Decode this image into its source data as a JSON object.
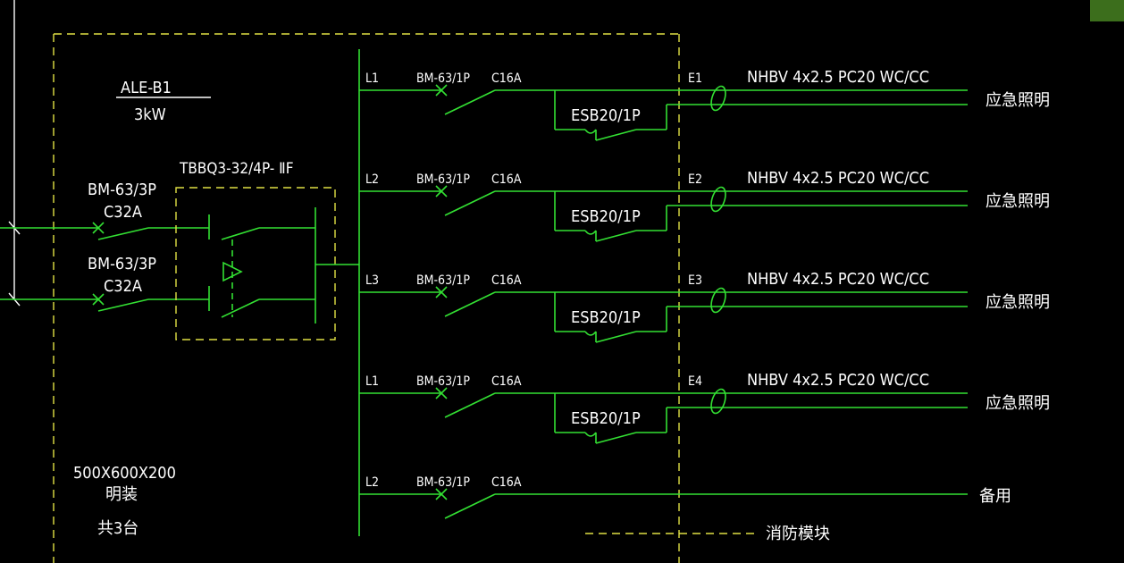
{
  "panel": {
    "name": "ALE-B1",
    "power": "3kW",
    "size": "500X600X200",
    "mount": "明装",
    "count": "共3台"
  },
  "incomers": [
    {
      "breaker": "BM-63/3P",
      "rating": "C32A"
    },
    {
      "breaker": "BM-63/3P",
      "rating": "C32A"
    }
  ],
  "transfer_switch": {
    "model": "TBBQ3-32/4P-  ⅡF"
  },
  "circuits": [
    {
      "phase": "L1",
      "breaker": "BM-63/1P",
      "rating": "C16A",
      "module": "ESB20/1P",
      "code": "E1",
      "cable": "NHBV  4x2.5  PC20  WC/CC",
      "load": "应急照明"
    },
    {
      "phase": "L2",
      "breaker": "BM-63/1P",
      "rating": "C16A",
      "module": "ESB20/1P",
      "code": "E2",
      "cable": "NHBV  4x2.5  PC20  WC/CC",
      "load": "应急照明"
    },
    {
      "phase": "L3",
      "breaker": "BM-63/1P",
      "rating": "C16A",
      "module": "ESB20/1P",
      "code": "E3",
      "cable": "NHBV  4x2.5  PC20  WC/CC",
      "load": "应急照明"
    },
    {
      "phase": "L1",
      "breaker": "BM-63/1P",
      "rating": "C16A",
      "module": "ESB20/1P",
      "code": "E4",
      "cable": "NHBV  4x2.5  PC20  WC/CC",
      "load": "应急照明"
    },
    {
      "phase": "L2",
      "breaker": "BM-63/1P",
      "rating": "C16A",
      "module": "",
      "code": "",
      "cable": "",
      "load": "备用"
    }
  ],
  "legend": {
    "label": "消防模块"
  },
  "colors": {
    "background": "#000000",
    "wire": "#33e033",
    "frame": "#e0e044",
    "text": "#ffffff",
    "corner_block": "#3c6e1c"
  }
}
